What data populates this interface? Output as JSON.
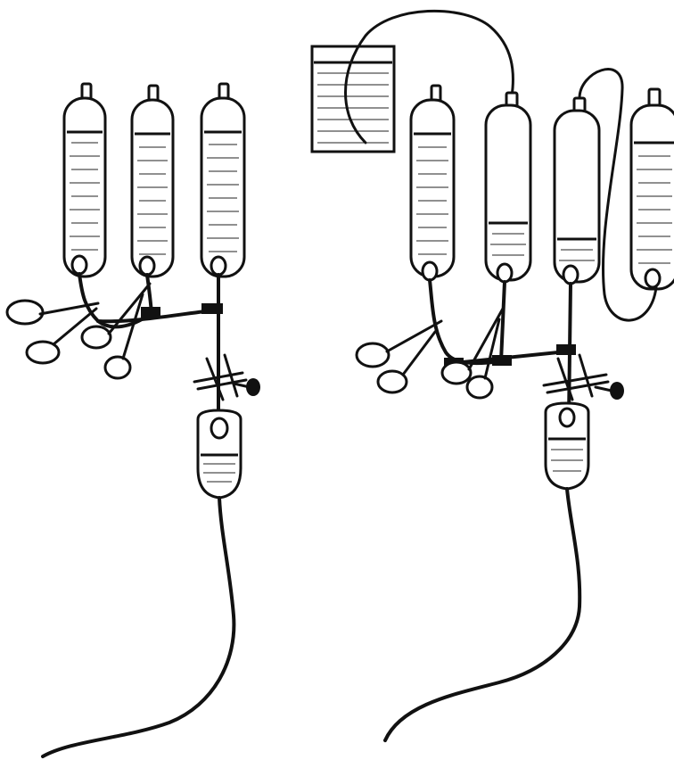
{
  "figure": {
    "type": "illustration",
    "description_labels": []
  },
  "panels": [
    {
      "id": "left",
      "containers": [
        {
          "name": "bag-1",
          "fill_level": 0.85
        },
        {
          "name": "bag-2",
          "fill_level": 0.85
        },
        {
          "name": "bag-3",
          "fill_level": 0.85
        }
      ],
      "drip_chamber_fill": 0.5,
      "clamps": [
        "scissors-clamp",
        "scissors-clamp"
      ],
      "roller_clamp": true
    },
    {
      "id": "right",
      "containers": [
        {
          "name": "bag-1",
          "fill_level": 0.85
        },
        {
          "name": "bag-2",
          "fill_level": 0.22
        },
        {
          "name": "bag-3",
          "fill_level": 0.22
        },
        {
          "name": "bag-4",
          "fill_level": 0.85
        }
      ],
      "reservoir": true,
      "drip_chamber_fill": 0.6,
      "clamps": [
        "scissors-clamp",
        "scissors-clamp"
      ],
      "roller_clamp": true
    }
  ],
  "colors": {
    "ink": "#111111",
    "paper": "#ffffff"
  }
}
